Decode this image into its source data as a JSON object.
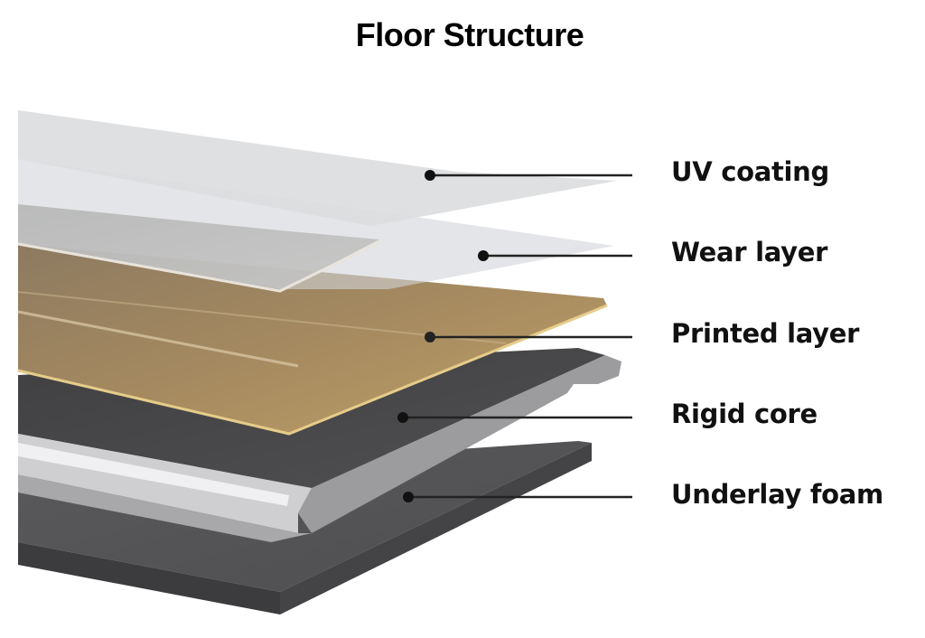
{
  "title": "Floor Structure",
  "layers": [
    {
      "id": "uv",
      "label": "UV coating",
      "color": "#dcdddf"
    },
    {
      "id": "wear",
      "label": "Wear layer",
      "color": "#d2d4d8"
    },
    {
      "id": "printed",
      "label": "Printed layer",
      "color": "#b09468"
    },
    {
      "id": "core",
      "label": "Rigid core",
      "color": "#4a4a4c"
    },
    {
      "id": "foam",
      "label": "Underlay foam",
      "color": "#555557"
    }
  ],
  "colors": {
    "leader": "#222222",
    "dot": "#111111",
    "core_edge": "#9a9a9c",
    "tongue": "#d8d8da"
  }
}
